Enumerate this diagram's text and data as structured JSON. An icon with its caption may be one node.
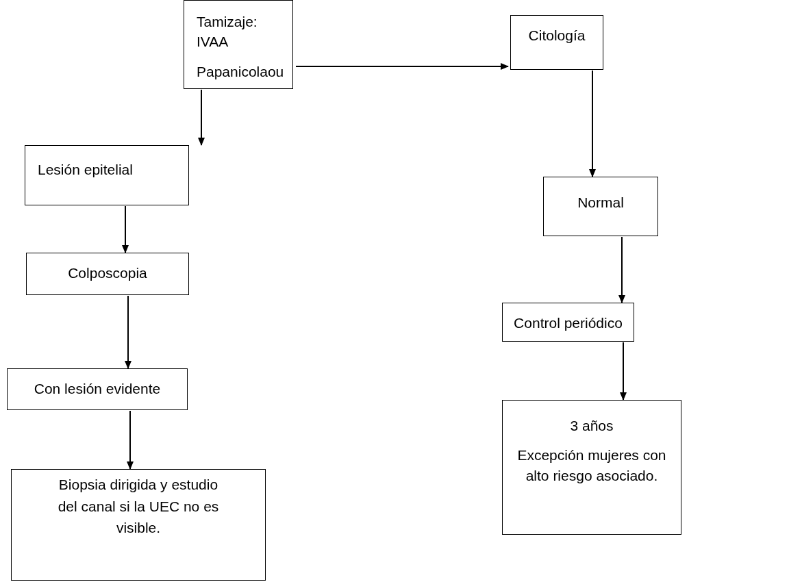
{
  "diagram": {
    "nodes": [
      {
        "text": [
          "Tamizaje: IVAA",
          "Papanicolaou"
        ]
      },
      {
        "text": [
          "Citología"
        ]
      },
      {
        "text": [
          "Lesión epitelial"
        ]
      },
      {
        "text": [
          "Normal"
        ]
      },
      {
        "text": [
          "Colposcopia"
        ]
      },
      {
        "text": [
          "Control periódico"
        ]
      },
      {
        "text": [
          "Con lesión evidente"
        ]
      },
      {
        "text": [
          "Biopsia dirigida y estudio del canal si la UEC no es visible."
        ]
      },
      {
        "text": [
          "3 años",
          "Excepción mujeres con alto riesgo asociado."
        ]
      }
    ],
    "edges": [
      {
        "from": 0,
        "to": 1,
        "arrow": "to"
      },
      {
        "from": 0,
        "to": 2,
        "arrow": "to"
      },
      {
        "from": 2,
        "to": 4,
        "arrow": "to"
      },
      {
        "from": 4,
        "to": 6,
        "arrow": "to"
      },
      {
        "from": 6,
        "to": 7,
        "arrow": "to"
      },
      {
        "from": 1,
        "to": 3,
        "arrow": "to"
      },
      {
        "from": 3,
        "to": 5,
        "arrow": "to"
      },
      {
        "from": 5,
        "to": 8,
        "arrow": "to"
      }
    ]
  }
}
